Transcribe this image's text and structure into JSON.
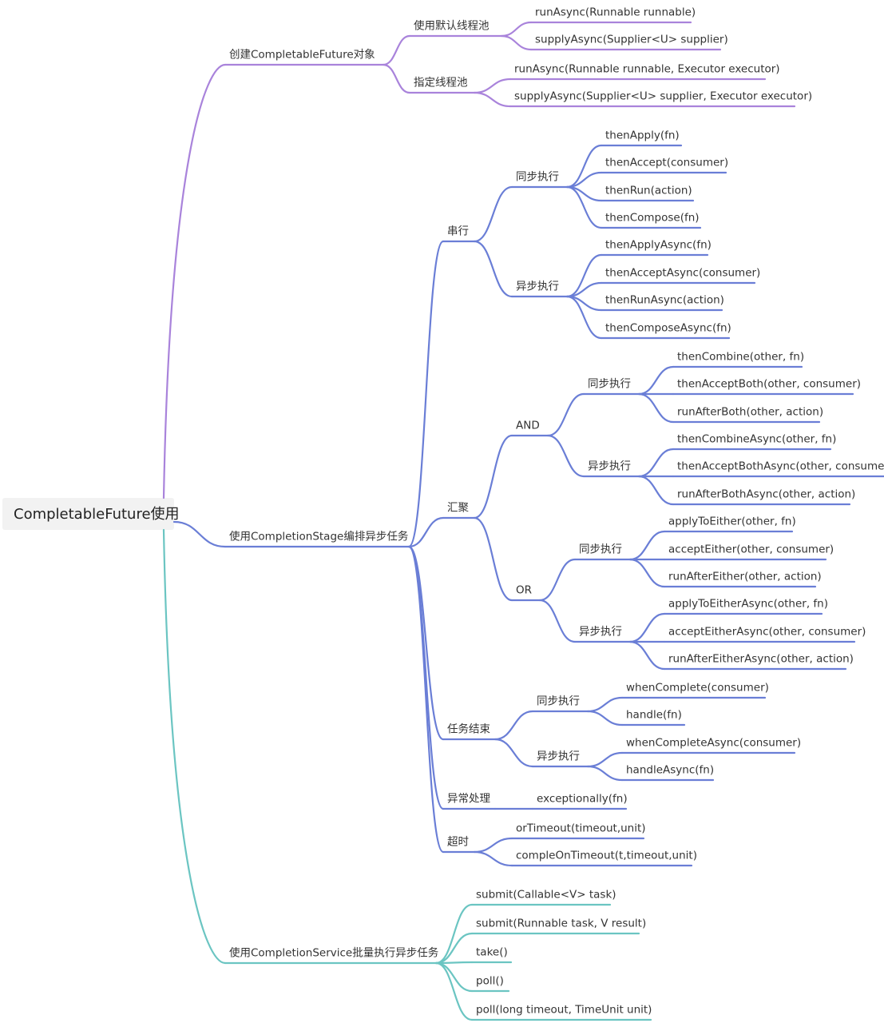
{
  "colors": {
    "create": "#a983db",
    "stage": "#6a7ed6",
    "service": "#6bc5c2",
    "root_bg": "#f2f2f2",
    "text": "#333333"
  },
  "root": {
    "label": "CompletableFuture使用"
  },
  "branches": [
    {
      "id": "create",
      "label": "创建CompletableFuture对象",
      "color": "create",
      "children": [
        {
          "id": "default-pool",
          "label": "使用默认线程池",
          "children": [
            {
              "id": "runasync",
              "label": "runAsync(Runnable runnable)"
            },
            {
              "id": "supplyasync",
              "label": "supplyAsync(Supplier<U> supplier)"
            }
          ]
        },
        {
          "id": "custom-pool",
          "label": "指定线程池",
          "children": [
            {
              "id": "runasync-exec",
              "label": "runAsync(Runnable runnable, Executor executor)"
            },
            {
              "id": "supplyasync-exec",
              "label": "supplyAsync(Supplier<U> supplier, Executor executor)"
            }
          ]
        }
      ]
    },
    {
      "id": "stage",
      "label": "使用CompletionStage编排异步任务",
      "color": "stage",
      "children": [
        {
          "id": "serial",
          "label": "串行",
          "children": [
            {
              "id": "serial-sync",
              "label": "同步执行",
              "children": [
                {
                  "id": "thenapply",
                  "label": "thenApply(fn)"
                },
                {
                  "id": "thenaccept",
                  "label": "thenAccept(consumer)"
                },
                {
                  "id": "thenrun",
                  "label": "thenRun(action)"
                },
                {
                  "id": "thencompose",
                  "label": "thenCompose(fn)"
                }
              ]
            },
            {
              "id": "serial-async",
              "label": "异步执行",
              "children": [
                {
                  "id": "thenapplyasync",
                  "label": "thenApplyAsync(fn)"
                },
                {
                  "id": "thenacceptasync",
                  "label": "thenAcceptAsync(consumer)"
                },
                {
                  "id": "thenrunasync",
                  "label": "thenRunAsync(action)"
                },
                {
                  "id": "thencomposeasync",
                  "label": "thenComposeAsync(fn)"
                }
              ]
            }
          ]
        },
        {
          "id": "merge",
          "label": "汇聚",
          "children": [
            {
              "id": "and",
              "label": "AND",
              "children": [
                {
                  "id": "and-sync",
                  "label": "同步执行",
                  "children": [
                    {
                      "id": "thencombine",
                      "label": "thenCombine(other, fn)"
                    },
                    {
                      "id": "thenacceptboth",
                      "label": "thenAcceptBoth(other, consumer)"
                    },
                    {
                      "id": "runafterboth",
                      "label": "runAfterBoth(other, action)"
                    }
                  ]
                },
                {
                  "id": "and-async",
                  "label": "异步执行",
                  "children": [
                    {
                      "id": "thencombineasync",
                      "label": "thenCombineAsync(other, fn)"
                    },
                    {
                      "id": "thenacceptbothasync",
                      "label": "thenAcceptBothAsync(other, consumer)"
                    },
                    {
                      "id": "runafterbothasync",
                      "label": "runAfterBothAsync(other, action)"
                    }
                  ]
                }
              ]
            },
            {
              "id": "or",
              "label": "OR",
              "children": [
                {
                  "id": "or-sync",
                  "label": "同步执行",
                  "children": [
                    {
                      "id": "applytoeither",
                      "label": "applyToEither(other, fn)"
                    },
                    {
                      "id": "accepteither",
                      "label": "acceptEither(other, consumer)"
                    },
                    {
                      "id": "runaftereither",
                      "label": "runAfterEither(other, action)"
                    }
                  ]
                },
                {
                  "id": "or-async",
                  "label": "异步执行",
                  "children": [
                    {
                      "id": "applytoeitherasync",
                      "label": "applyToEitherAsync(other, fn)"
                    },
                    {
                      "id": "accepteitherasync",
                      "label": "acceptEitherAsync(other, consumer)"
                    },
                    {
                      "id": "runaftereitherasync",
                      "label": "runAfterEitherAsync(other, action)"
                    }
                  ]
                }
              ]
            }
          ]
        },
        {
          "id": "finish",
          "label": "任务结束",
          "children": [
            {
              "id": "finish-sync",
              "label": "同步执行",
              "children": [
                {
                  "id": "whencomplete",
                  "label": "whenComplete(consumer)"
                },
                {
                  "id": "handle",
                  "label": "handle(fn)"
                }
              ]
            },
            {
              "id": "finish-async",
              "label": "异步执行",
              "children": [
                {
                  "id": "whencompleteasync",
                  "label": "whenCompleteAsync(consumer)"
                },
                {
                  "id": "handleasync",
                  "label": "handleAsync(fn)"
                }
              ]
            }
          ]
        },
        {
          "id": "exception",
          "label": "异常处理",
          "children": [
            {
              "id": "exceptionally",
              "label": "exceptionally(fn)"
            }
          ]
        },
        {
          "id": "timeout",
          "label": "超时",
          "children": [
            {
              "id": "ortimeout",
              "label": "orTimeout(timeout,unit)"
            },
            {
              "id": "compleontimeout",
              "label": "compleOnTimeout(t,timeout,unit)"
            }
          ]
        }
      ]
    },
    {
      "id": "service",
      "label": "使用CompletionService批量执行异步任务",
      "color": "service",
      "children": [
        {
          "id": "submit-callable",
          "label": "submit(Callable<V> task)"
        },
        {
          "id": "submit-runnable",
          "label": "submit(Runnable task, V result)"
        },
        {
          "id": "take",
          "label": "take()"
        },
        {
          "id": "poll",
          "label": "poll()"
        },
        {
          "id": "poll-timeout",
          "label": "poll(long timeout, TimeUnit unit)"
        }
      ]
    }
  ]
}
